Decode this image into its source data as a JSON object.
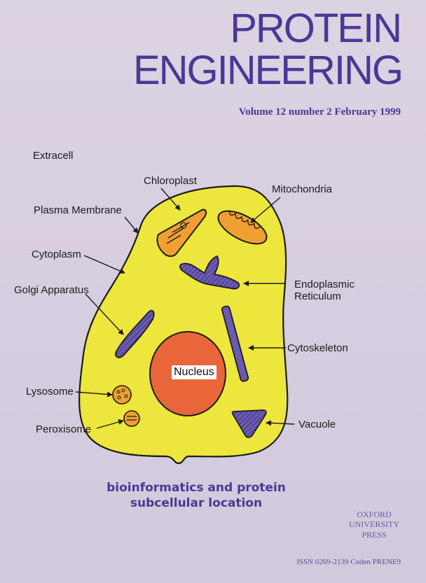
{
  "journal": {
    "title_line1": "PROTEIN",
    "title_line2": "ENGINEERING",
    "issue": "Volume 12  number 2   February 1999"
  },
  "diagram": {
    "labels": {
      "extracell": "Extracell",
      "chloroplast": "Chloroplast",
      "mitochondria": "Mitochondria",
      "plasma_membrane": "Plasma Membrane",
      "cytoplasm": "Cytoplasm",
      "golgi": "Golgi Apparatus",
      "er_line1": "Endoplasmic",
      "er_line2": "Reticulum",
      "cytoskeleton": "Cytoskeleton",
      "nucleus": "Nucleus",
      "lysosome": "Lysosome",
      "peroxisome": "Peroxisome",
      "vacuole": "Vacuole"
    },
    "colors": {
      "cell_fill": "#ede63c",
      "nucleus_fill": "#e8663a",
      "organelle_orange": "#f0a030",
      "organelle_purple": "#6a5ab0",
      "title_purple": "#4a3796"
    }
  },
  "subtitle": {
    "line1": "bioinformatics and protein",
    "line2": "subcellular location"
  },
  "publisher": {
    "line1": "OXFORD",
    "line2": "UNIVERSITY",
    "line3": "PRESS"
  },
  "issn": "ISSN 0269-2139 Coden PRENE9"
}
